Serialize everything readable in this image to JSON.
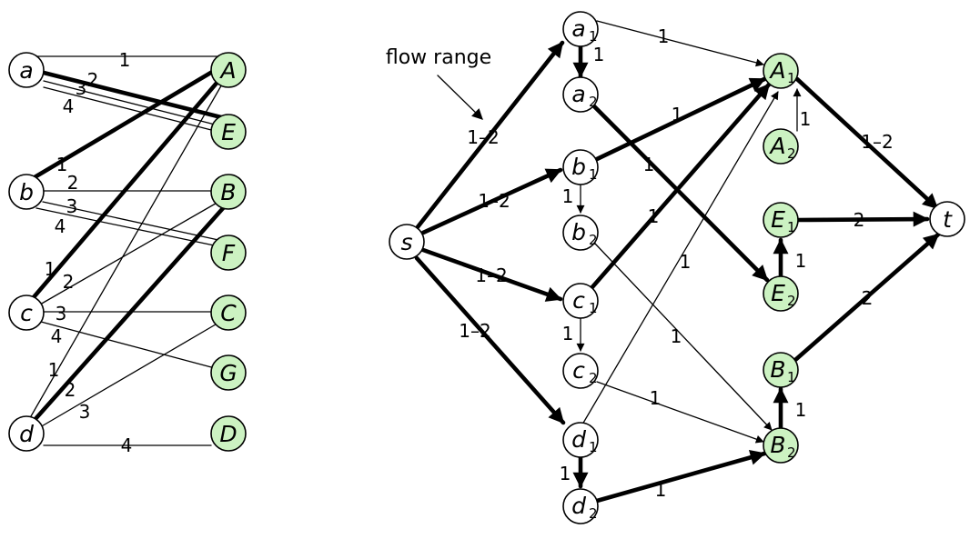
{
  "colors": {
    "highlight_fill": "#ccf2c2",
    "plain_fill": "#ffffff",
    "stroke": "#000000"
  },
  "left_graph": {
    "left_nodes": [
      "a",
      "b",
      "c",
      "d"
    ],
    "right_nodes": [
      "A",
      "E",
      "B",
      "F",
      "C",
      "G",
      "D"
    ],
    "edges": [
      {
        "from": "a",
        "to": "A",
        "label": "1",
        "weight": "thin"
      },
      {
        "from": "a",
        "to": "E",
        "label": "2",
        "weight": "thick"
      },
      {
        "from": "a",
        "to": "E",
        "label": "3",
        "weight": "thin"
      },
      {
        "from": "a",
        "to": "E",
        "label": "4",
        "weight": "thin"
      },
      {
        "from": "b",
        "to": "A",
        "label": "1",
        "weight": "thick"
      },
      {
        "from": "b",
        "to": "B",
        "label": "2",
        "weight": "thin"
      },
      {
        "from": "b",
        "to": "F",
        "label": "3",
        "weight": "thin"
      },
      {
        "from": "b",
        "to": "F",
        "label": "4",
        "weight": "thin"
      },
      {
        "from": "c",
        "to": "A",
        "label": "1",
        "weight": "thick"
      },
      {
        "from": "c",
        "to": "B",
        "label": "2",
        "weight": "thin"
      },
      {
        "from": "c",
        "to": "C",
        "label": "3",
        "weight": "thin"
      },
      {
        "from": "c",
        "to": "G",
        "label": "4",
        "weight": "thin"
      },
      {
        "from": "d",
        "to": "A",
        "label": "1",
        "weight": "thin"
      },
      {
        "from": "d",
        "to": "B",
        "label": "2",
        "weight": "thick"
      },
      {
        "from": "d",
        "to": "C",
        "label": "3",
        "weight": "thin"
      },
      {
        "from": "d",
        "to": "D",
        "label": "4",
        "weight": "thin"
      }
    ]
  },
  "flow_graph": {
    "annotation": "flow range",
    "nodes": [
      {
        "id": "s",
        "letter": "s",
        "sub": ""
      },
      {
        "id": "a1",
        "letter": "a",
        "sub": "1"
      },
      {
        "id": "a2",
        "letter": "a",
        "sub": "2"
      },
      {
        "id": "b1",
        "letter": "b",
        "sub": "1"
      },
      {
        "id": "b2",
        "letter": "b",
        "sub": "2"
      },
      {
        "id": "c1",
        "letter": "c",
        "sub": "1"
      },
      {
        "id": "c2",
        "letter": "c",
        "sub": "2"
      },
      {
        "id": "d1",
        "letter": "d",
        "sub": "1"
      },
      {
        "id": "d2",
        "letter": "d",
        "sub": "2"
      },
      {
        "id": "A1",
        "letter": "A",
        "sub": "1"
      },
      {
        "id": "A2",
        "letter": "A",
        "sub": "2"
      },
      {
        "id": "E1",
        "letter": "E",
        "sub": "1"
      },
      {
        "id": "E2",
        "letter": "E",
        "sub": "2"
      },
      {
        "id": "B1",
        "letter": "B",
        "sub": "1"
      },
      {
        "id": "B2",
        "letter": "B",
        "sub": "2"
      },
      {
        "id": "t",
        "letter": "t",
        "sub": ""
      }
    ],
    "edges": [
      {
        "from": "s",
        "to": "a1",
        "label": "1–2"
      },
      {
        "from": "s",
        "to": "b1",
        "label": "1–2"
      },
      {
        "from": "s",
        "to": "c1",
        "label": "1–2"
      },
      {
        "from": "s",
        "to": "d1",
        "label": "1–2"
      },
      {
        "from": "a1",
        "to": "a2",
        "label": "1"
      },
      {
        "from": "b1",
        "to": "b2",
        "label": "1"
      },
      {
        "from": "c1",
        "to": "c2",
        "label": "1"
      },
      {
        "from": "d1",
        "to": "d2",
        "label": "1"
      },
      {
        "from": "a1",
        "to": "A1",
        "label": "1"
      },
      {
        "from": "a2",
        "to": "E2",
        "label": "1"
      },
      {
        "from": "b1",
        "to": "A1",
        "label": "1"
      },
      {
        "from": "b2",
        "to": "B2",
        "label": "1"
      },
      {
        "from": "c1",
        "to": "A1",
        "label": "1"
      },
      {
        "from": "c2",
        "to": "B2",
        "label": "1"
      },
      {
        "from": "d1",
        "to": "A1",
        "label": "1"
      },
      {
        "from": "d2",
        "to": "B2",
        "label": "1"
      },
      {
        "from": "A2",
        "to": "A1",
        "label": "1"
      },
      {
        "from": "E2",
        "to": "E1",
        "label": "1"
      },
      {
        "from": "B2",
        "to": "B1",
        "label": "1"
      },
      {
        "from": "A1",
        "to": "t",
        "label": "1–2"
      },
      {
        "from": "E1",
        "to": "t",
        "label": "2"
      },
      {
        "from": "B1",
        "to": "t",
        "label": "2"
      }
    ]
  }
}
